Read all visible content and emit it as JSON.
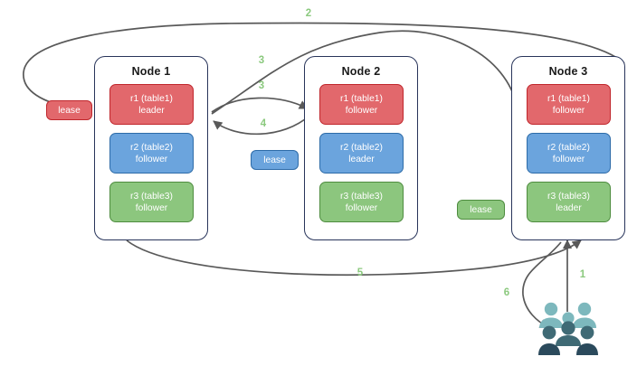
{
  "diagram": {
    "title": "Distributed database node replica leaseholder diagram",
    "colors": {
      "replica_red": "#e2686c",
      "replica_blue": "#6ba4dd",
      "replica_green": "#8cc67e",
      "node_border": "#28345a",
      "arrow": "#595959",
      "step_label": "#8bc97e",
      "people_light": "#7db8bd",
      "people_mid": "#3f6a75",
      "people_dark": "#2b4a5c"
    }
  },
  "nodes": [
    {
      "title": "Node 1",
      "replicas": [
        {
          "name": "r1 (table1)",
          "role": "leader",
          "color": "red"
        },
        {
          "name": "r2 (table2)",
          "role": "follower",
          "color": "blue"
        },
        {
          "name": "r3 (table3)",
          "role": "follower",
          "color": "green"
        }
      ]
    },
    {
      "title": "Node 2",
      "replicas": [
        {
          "name": "r1 (table1)",
          "role": "follower",
          "color": "red"
        },
        {
          "name": "r2 (table2)",
          "role": "leader",
          "color": "blue"
        },
        {
          "name": "r3 (table3)",
          "role": "follower",
          "color": "green"
        }
      ]
    },
    {
      "title": "Node 3",
      "replicas": [
        {
          "name": "r1 (table1)",
          "role": "follower",
          "color": "red"
        },
        {
          "name": "r2 (table2)",
          "role": "follower",
          "color": "blue"
        },
        {
          "name": "r3 (table3)",
          "role": "leader",
          "color": "green"
        }
      ]
    }
  ],
  "leases": [
    {
      "label": "lease",
      "color": "red"
    },
    {
      "label": "lease",
      "color": "blue"
    },
    {
      "label": "lease",
      "color": "green"
    }
  ],
  "steps": [
    {
      "label": "1"
    },
    {
      "label": "2"
    },
    {
      "label": "3"
    },
    {
      "label": "3"
    },
    {
      "label": "4"
    },
    {
      "label": "5"
    },
    {
      "label": "6"
    }
  ],
  "actors": {
    "icon": "people-group-icon",
    "count": 5
  }
}
